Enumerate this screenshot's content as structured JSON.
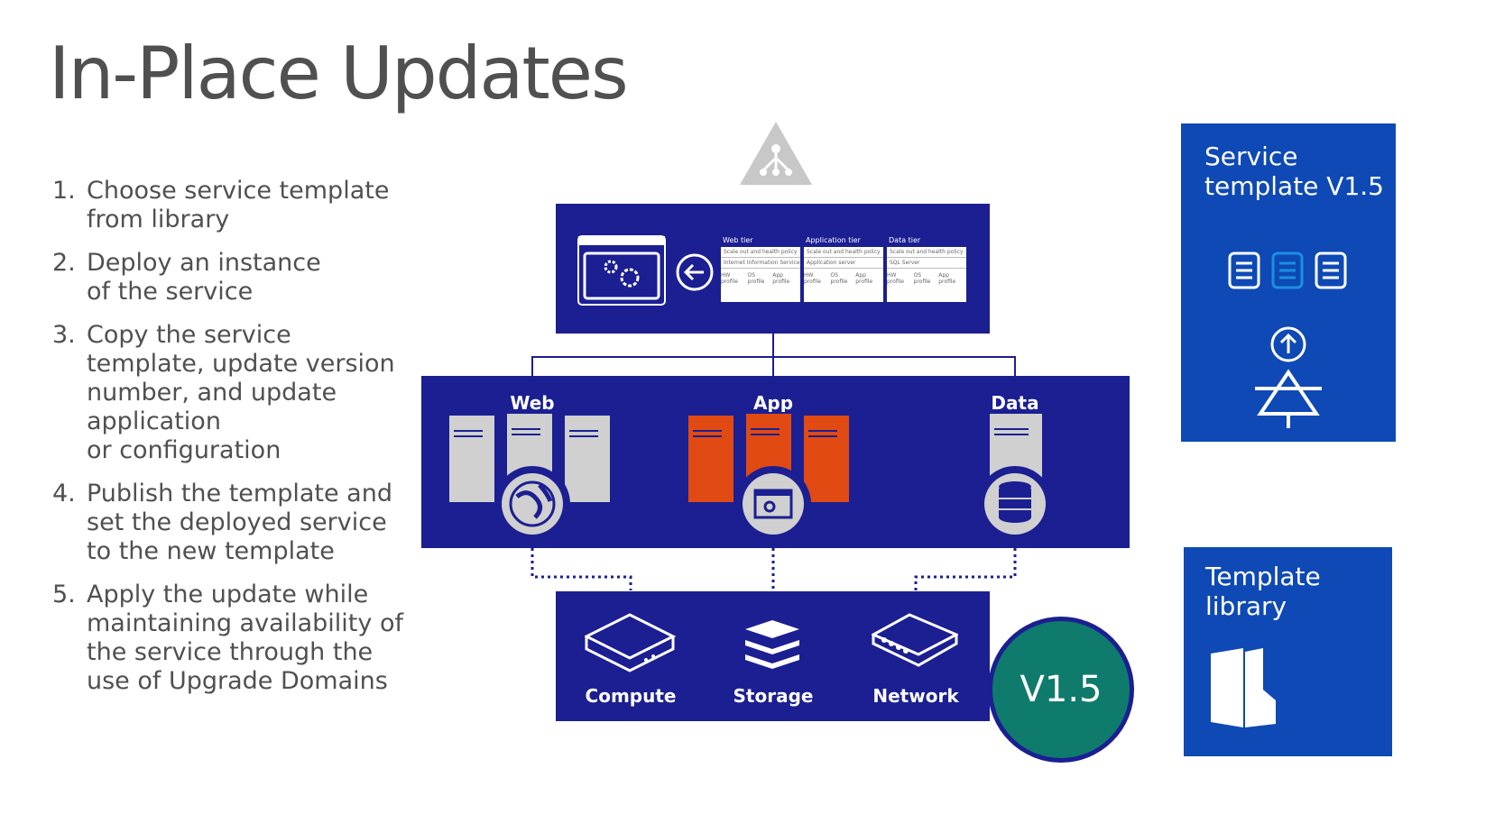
{
  "title": "In-Place Updates",
  "steps": [
    {
      "num": "1.",
      "text": "Choose service template\nfrom library"
    },
    {
      "num": "2.",
      "text": "Deploy an instance\nof the service"
    },
    {
      "num": "3.",
      "text": "Copy the service\ntemplate, update version\nnumber, and update\napplication\nor configuration"
    },
    {
      "num": "4.",
      "text": "Publish the template and\nset the deployed service\nto the new template"
    },
    {
      "num": "5.",
      "text": "Apply the update while\nmaintaining availability of\nthe service through the\nuse of Upgrade Domains"
    }
  ],
  "service_panel": {
    "title": "Service\ntemplate V1.5"
  },
  "library_panel": {
    "title": "Template\nlibrary"
  },
  "tiers": {
    "web": "Web",
    "app": "App",
    "data": "Data"
  },
  "template_cards": [
    {
      "header": "Web tier",
      "policy": "Scale out and health policy",
      "role": "Internet Information Services (IIS)"
    },
    {
      "header": "Application tier",
      "policy": "Scale out and health policy",
      "role": "Application server"
    },
    {
      "header": "Data tier",
      "policy": "Scale out and health policy",
      "role": "SQL Server"
    }
  ],
  "profiles": [
    "HW profile",
    "OS profile",
    "App profile"
  ],
  "fabric": {
    "compute": "Compute",
    "storage": "Storage",
    "network": "Network"
  },
  "version": "V1.5",
  "colors": {
    "navy": "#1b1f92",
    "panel_blue": "#0e49b5",
    "server_gray": "#d0d0d0",
    "server_orange": "#e14a12",
    "version_teal": "#0f7b6c"
  }
}
